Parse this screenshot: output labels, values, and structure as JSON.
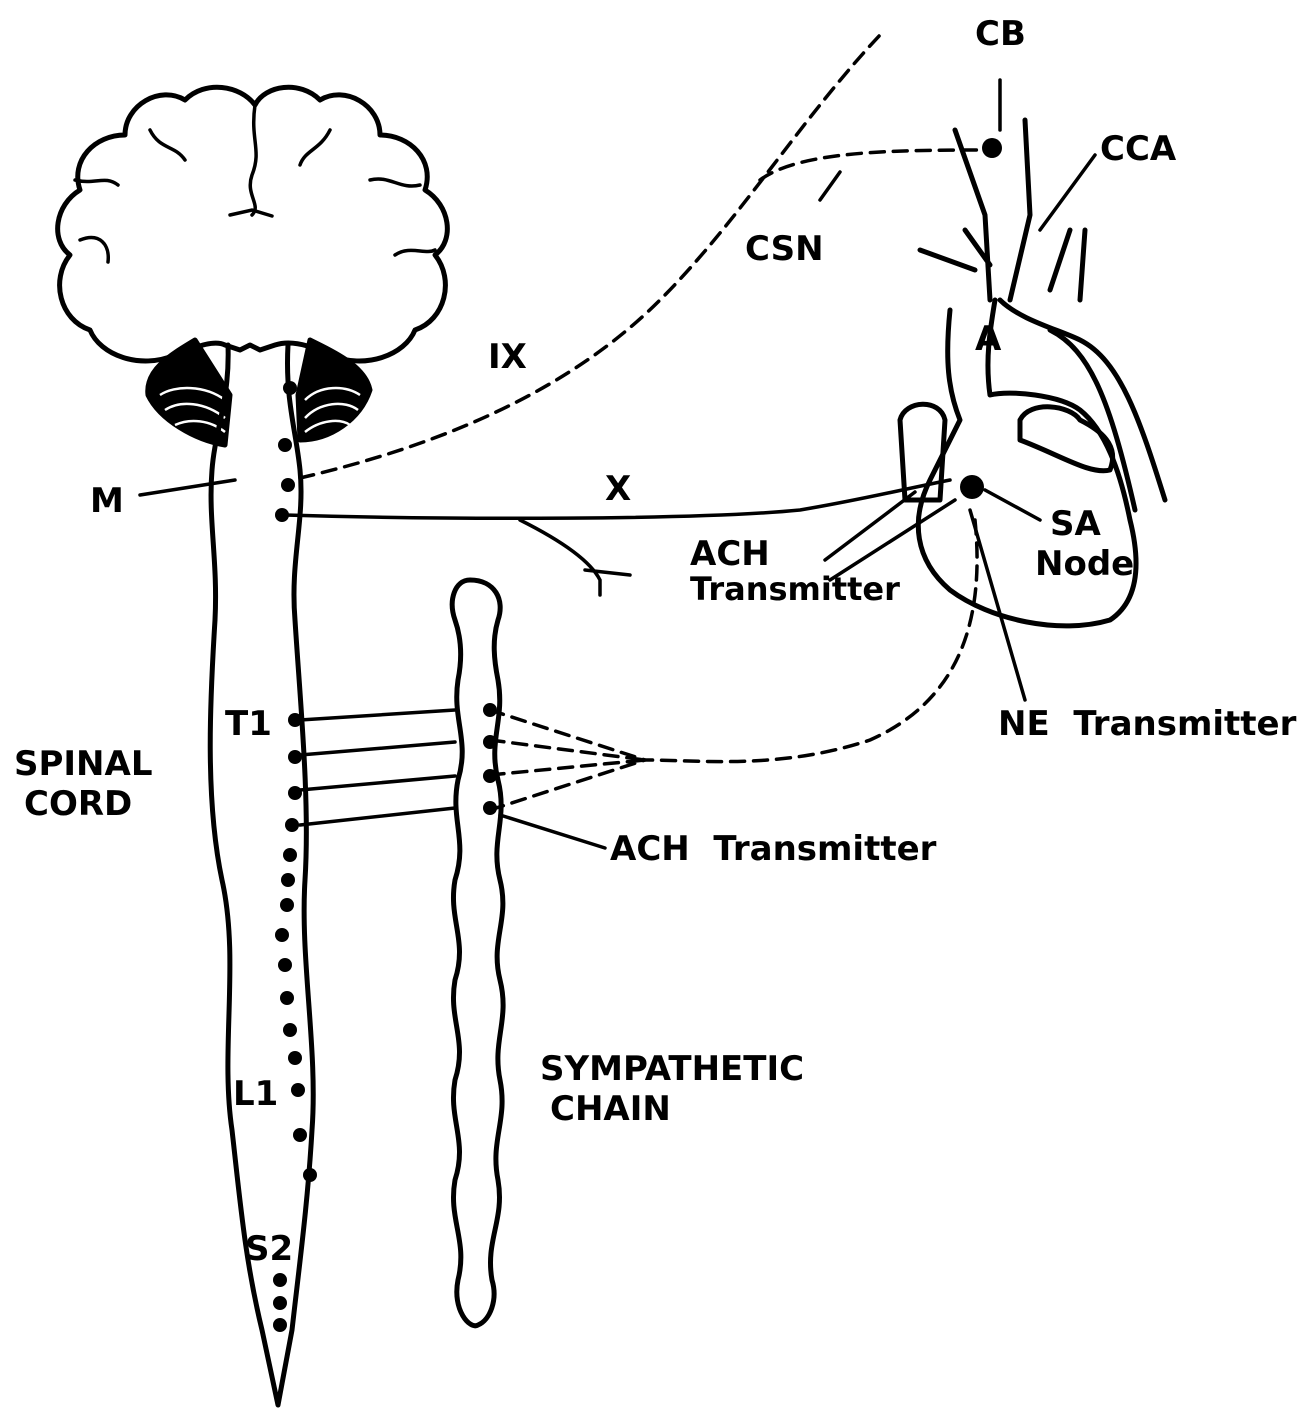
{
  "labels": {
    "cb": "CB",
    "cca": "CCA",
    "csn": "CSN",
    "ix": "IX",
    "x": "X",
    "a": "A",
    "m": "M",
    "sa_node_line1": "SA",
    "sa_node_line2": "Node",
    "ach_transmitter_upper_line1": "ACH",
    "ach_transmitter_upper_line2": "Transmitter",
    "ne_transmitter": "NE  Transmitter",
    "t1": "T1",
    "spinal_cord_line1": "SPINAL",
    "spinal_cord_line2": "CORD",
    "ach_transmitter_lower": "ACH  Transmitter",
    "l1": "L1",
    "s2": "S2",
    "sympathetic_chain_line1": "SYMPATHETIC",
    "sympathetic_chain_line2": "CHAIN"
  },
  "colors": {
    "ink": "#000000",
    "background": "#ffffff"
  }
}
